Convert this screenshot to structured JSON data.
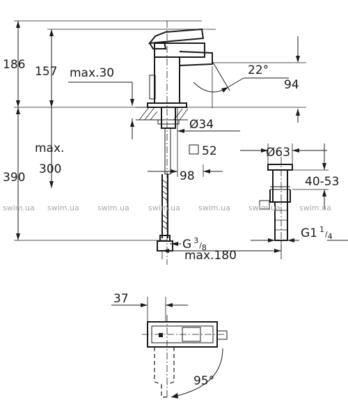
{
  "watermark": "swim.ua",
  "side_view": {
    "dims": {
      "total_height": "186",
      "spout_height": "157",
      "max_30": "max.30",
      "spout_angle": "22°",
      "spout_projection": "94",
      "max_label": "max.",
      "hose_390": "390",
      "hose_300": "300",
      "hole_diameter": "Ø34",
      "square_52": "52",
      "dim_98": "98",
      "waste_diameter": "Ø63",
      "waste_range": "40-53",
      "inlet_thread": "G",
      "inlet_fraction_num": "3",
      "inlet_fraction_den": "8",
      "waste_thread": "G1",
      "waste_fraction_num": "1",
      "waste_fraction_den": "4",
      "max_180": "max.180"
    }
  },
  "top_view": {
    "dims": {
      "dim_37": "37",
      "swing_angle": "95°"
    }
  }
}
